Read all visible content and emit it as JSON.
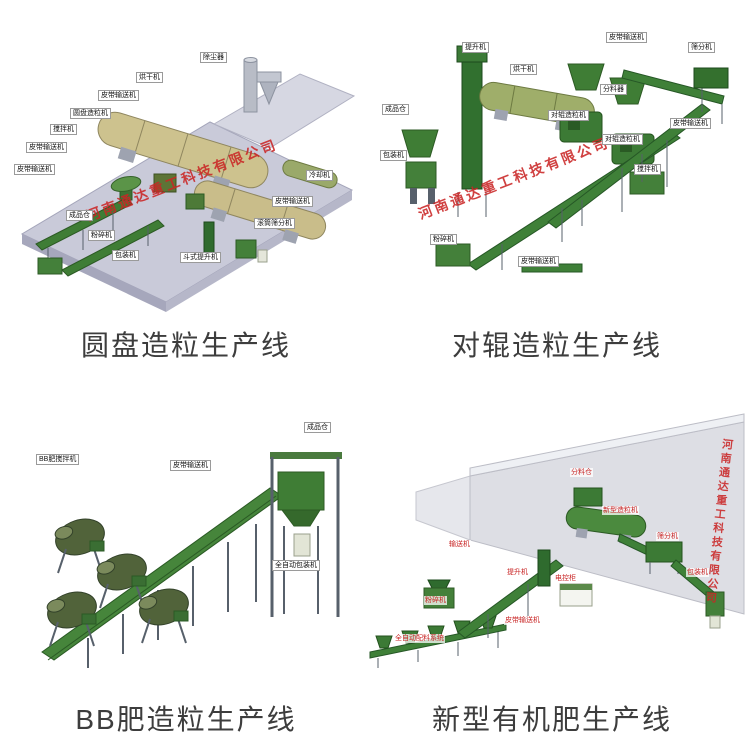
{
  "watermark": "河南通达重工科技有限公司",
  "panels": [
    {
      "caption": "圆盘造粒生产线",
      "labels": [
        "除尘器",
        "烘干机",
        "皮带输送机",
        "圆盘造粒机",
        "搅拌机",
        "皮带输送机",
        "皮带输送机",
        "成品仓",
        "粉碎机",
        "包装机",
        "斗式提升机",
        "滚筒筛分机",
        "皮带输送机",
        "冷却机"
      ]
    },
    {
      "caption": "对辊造粒生产线",
      "labels": [
        "成品仓",
        "包装机",
        "提升机",
        "烘干机",
        "皮带输送机",
        "筛分机",
        "分料器",
        "对辊造粒机",
        "对辊造粒机",
        "搅拌机",
        "皮带输送机",
        "粉碎机",
        "皮带输送机"
      ]
    },
    {
      "caption": "BB肥造粒生产线",
      "labels": [
        "BB肥搅拌机",
        "皮带输送机",
        "成品仓",
        "全自动包装机"
      ]
    },
    {
      "caption": "新型有机肥生产线",
      "labels": [
        "分料仓",
        "新型造粒机",
        "筛分机",
        "输送机",
        "提升机",
        "电控柜",
        "包装机",
        "粉碎机",
        "全自动配料系统",
        "皮带输送机"
      ]
    }
  ]
}
